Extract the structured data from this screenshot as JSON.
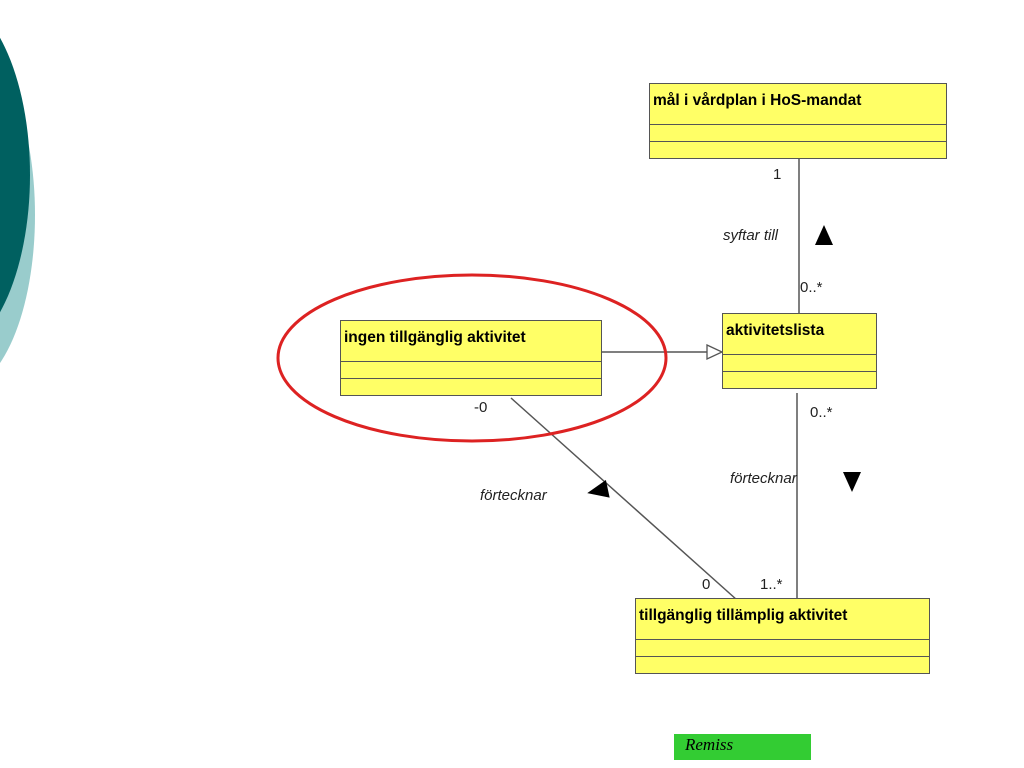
{
  "classes": [
    {
      "id": "mal",
      "name": "mål i vårdplan i HoS-mandat"
    },
    {
      "id": "aktivitetslista",
      "name": "aktivitetslista"
    },
    {
      "id": "ingen",
      "name": "ingen tillgänglig aktivitet"
    },
    {
      "id": "tillganglig",
      "name": "tillgänglig tillämplig aktivitet"
    }
  ],
  "associations": {
    "syftar_till": {
      "label": "syftar till",
      "mult_top": "1",
      "mult_bottom": "0..*"
    },
    "fortecknar_right": {
      "label": "förtecknar",
      "mult_top": "0..*",
      "mult_bottom": "1..*"
    },
    "fortecknar_left": {
      "label": "förtecknar",
      "mult_top": "-0",
      "mult_bottom": "0"
    }
  },
  "status_badge": "Remiss",
  "colors": {
    "class_fill": "#ffff66",
    "highlight_ellipse": "#dd2222",
    "badge": "#33cc33",
    "deco_dark": "#006060",
    "deco_light": "#99cccc"
  }
}
